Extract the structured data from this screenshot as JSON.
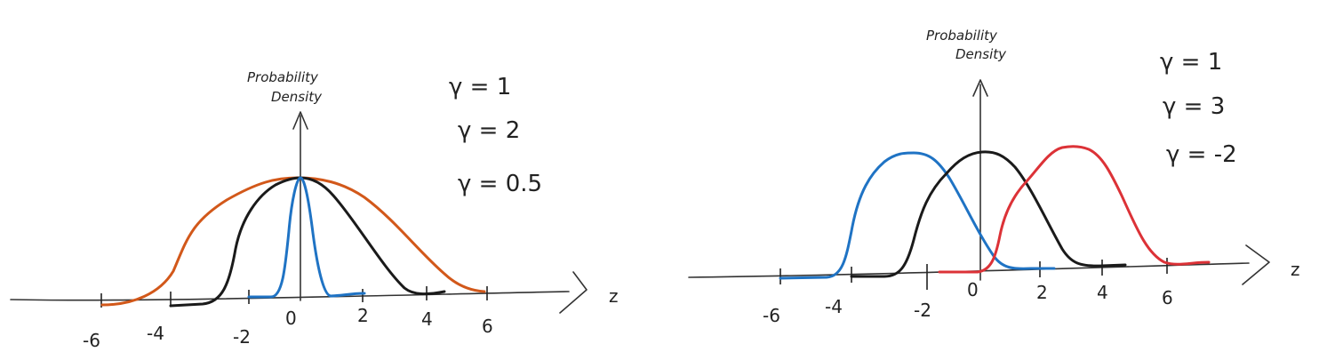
{
  "colors": {
    "black": "#1a1a1a",
    "orange": "#d2581a",
    "blue": "#1f73c4",
    "red": "#dc3237"
  },
  "left_plot": {
    "y_axis_label_line1": "Probability",
    "y_axis_label_line2": "Density",
    "x_axis_label": "z",
    "tick_labels": [
      "-6",
      "-4",
      "-2",
      "0",
      "2",
      "4",
      "6"
    ],
    "legend": [
      {
        "text": "γ = 1",
        "color": "black"
      },
      {
        "text": "γ = 2",
        "color": "red"
      },
      {
        "text": "γ = 0.5",
        "color": "blue"
      }
    ]
  },
  "right_plot": {
    "y_axis_label_line1": "Probability",
    "y_axis_label_line2": "Density",
    "x_axis_label": "z",
    "tick_labels": [
      "-6",
      "-4",
      "-2",
      "0",
      "2",
      "4",
      "6"
    ],
    "legend": [
      {
        "text": "γ = 1",
        "color": "black"
      },
      {
        "text": "γ = 3",
        "color": "red"
      },
      {
        "text": "γ = -2",
        "color": "blue"
      }
    ]
  }
}
